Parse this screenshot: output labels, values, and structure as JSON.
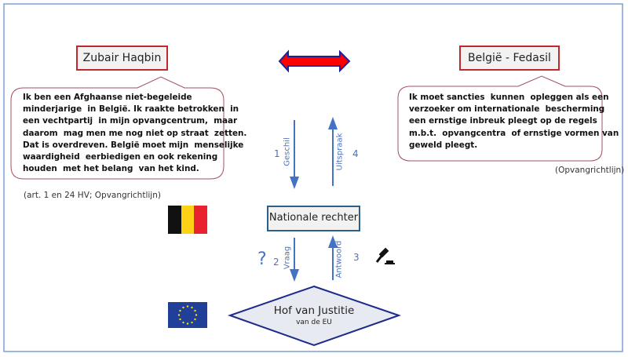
{
  "parties": {
    "left": {
      "name": "Zubair Haqbin",
      "statement_lines": [
        "Ik ben een Afghaanse niet-begeleide",
        "minderjarige  in België. Ik raakte betrokken  in",
        "een vechtpartij  in mijn opvangcentrum,  maar",
        "daarom  mag men me nog niet op straat  zetten.",
        "Dat is overdreven. België moet mijn  menselijke",
        "waardigheid  eerbiedigen en ook rekening",
        "houden  met het belang  van het kind."
      ],
      "source": "(art. 1 en 24 HV; Opvangrichtlijn)"
    },
    "right": {
      "name": "België - Fedasil",
      "statement_lines": [
        "Ik moet sancties  kunnen  opleggen als een",
        "verzoeker om internationale  bescherming",
        "een ernstige inbreuk pleegt op de regels",
        "m.b.t.  opvangcentra  of ernstige vormen van",
        "geweld pleegt."
      ],
      "source": "(Opvangrichtlijn)"
    }
  },
  "steps": [
    {
      "number": "1",
      "label": "Geschil"
    },
    {
      "number": "2",
      "label": "Vraag"
    },
    {
      "number": "3",
      "label": "Antwoord"
    },
    {
      "number": "4",
      "label": "Uitspraak"
    }
  ],
  "question_mark": "?",
  "national_court": "Nationale rechter",
  "eu_court": {
    "title": "Hof van Justitie",
    "subtitle": "van de EU"
  },
  "colors": {
    "frame": "#7f9fd4",
    "arrow": "#4472c4",
    "name_border": "#c0282b",
    "bubble_border": "#a05060",
    "court_border": "#2e5f8a",
    "diamond_border": "#1f2a8a"
  }
}
